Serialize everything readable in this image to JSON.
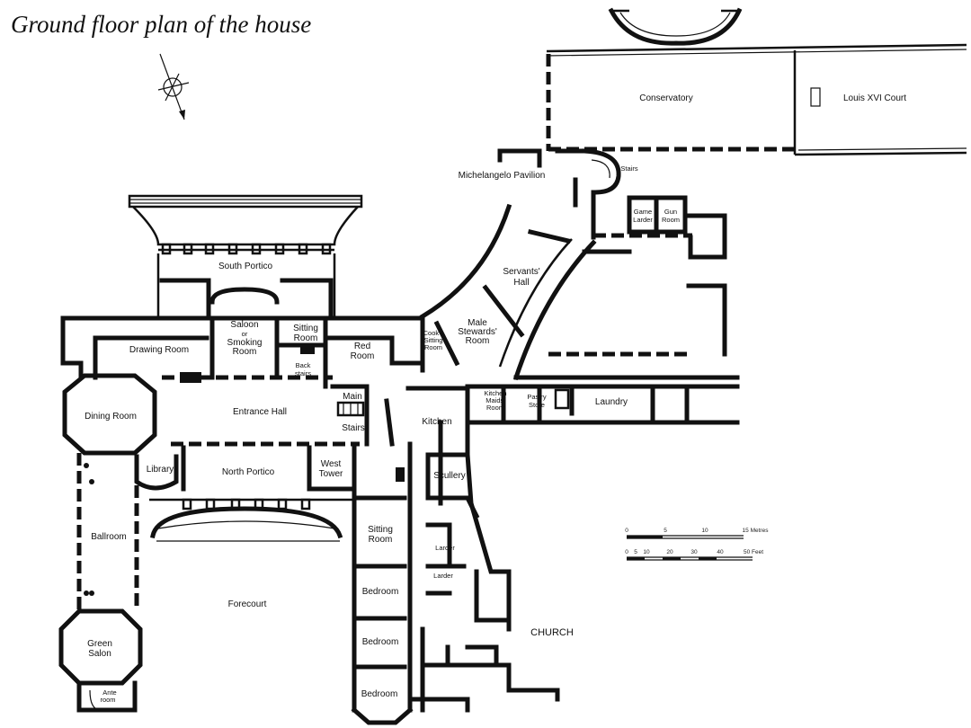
{
  "title": "Ground floor plan of the house",
  "rooms": {
    "conservatory": "Conservatory",
    "louis_court": "Louis XVI Court",
    "stairs_ne": "Stairs",
    "michelangelo": "Michelangelo Pavilion",
    "game_larder_1": "Game",
    "game_larder_2": "Larder",
    "gun_room_1": "Gun",
    "gun_room_2": "Room",
    "south_portico": "South Portico",
    "servants_hall_1": "Servants'",
    "servants_hall_2": "Hall",
    "saloon_1": "Saloon",
    "saloon_2": "or",
    "saloon_3": "Smoking",
    "saloon_4": "Room",
    "sitting_room_a_1": "Sitting",
    "sitting_room_a_2": "Room",
    "male_stewards_1": "Male",
    "male_stewards_2": "Stewards'",
    "male_stewards_3": "Room",
    "cooks_sitting_1": "Cook's",
    "cooks_sitting_2": "Sitting",
    "cooks_sitting_3": "Room",
    "drawing_room": "Drawing Room",
    "red_room_1": "Red",
    "red_room_2": "Room",
    "back_stairs_1": "Back",
    "back_stairs_2": "stairs",
    "main_stairs_1": "Main",
    "main_stairs_2": "Stairs",
    "kitchen_maids_1": "Kitchen",
    "kitchen_maids_2": "Maids'",
    "kitchen_maids_3": "Room",
    "pastry_store_1": "Pastry",
    "pastry_store_2": "Store",
    "laundry": "Laundry",
    "dining_room": "Dining Room",
    "entrance_hall": "Entrance Hall",
    "kitchen": "Kitchen",
    "library": "Library",
    "north_portico": "North Portico",
    "west_tower_1": "West",
    "west_tower_2": "Tower",
    "scullery": "Scullery",
    "ballroom": "Ballroom",
    "sitting_room_b_1": "Sitting",
    "sitting_room_b_2": "Room",
    "larder_1": "Larder",
    "larder_2": "Larder",
    "forecourt": "Forecourt",
    "bedroom_1": "Bedroom",
    "bedroom_2": "Bedroom",
    "bedroom_3": "Bedroom",
    "church": "CHURCH",
    "green_salon_1": "Green",
    "green_salon_2": "Salon",
    "ante_room_1": "Ante",
    "ante_room_2": "room"
  },
  "scale": {
    "metres_ticks": [
      "0",
      "5",
      "10",
      "15 Metres"
    ],
    "feet_ticks": [
      "0",
      "5",
      "10",
      "20",
      "30",
      "40",
      "50 Feet"
    ]
  }
}
